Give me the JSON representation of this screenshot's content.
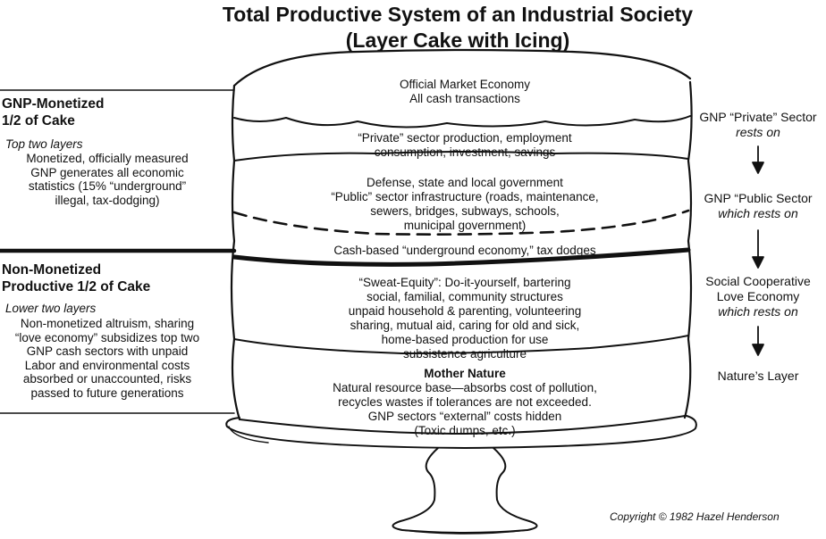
{
  "title": {
    "line1": "Total Productive System of an Industrial Society",
    "line2": "(Layer Cake with Icing)"
  },
  "cake": {
    "icing_line1": "Official Market Economy",
    "icing_line2": "All cash transactions",
    "private_line1": "“Private” sector production, employment",
    "private_line2": "consumption, investment, savings",
    "public_line1": "Defense, state and local government",
    "public_line2": "“Public” sector infrastructure (roads, maintenance,",
    "public_line3": "sewers, bridges, subways, schools,",
    "public_line4": "municipal government)",
    "underground": "Cash-based “underground economy,” tax dodges",
    "sweat_line1": "“Sweat-Equity”:  Do-it-yourself, bartering",
    "sweat_line2": "social, familial, community structures",
    "sweat_line3": "unpaid household & parenting, volunteering",
    "sweat_line4": "sharing,  mutual aid, caring for old and sick,",
    "sweat_line5": "home-based production for use",
    "sweat_line6": "subsistence agriculture",
    "nature_title": "Mother Nature",
    "nature_line1": "Natural resource base—absorbs cost of pollution,",
    "nature_line2": "recycles wastes if  tolerances are not exceeded.",
    "nature_line3": "GNP sectors “external” costs hidden",
    "nature_line4": "(Toxic dumps, etc.)"
  },
  "left_top": {
    "head1": "GNP-Monetized",
    "head2": "1/2 of Cake",
    "sub": "Top two layers",
    "body1": "Monetized, officially measured",
    "body2": "GNP generates all economic",
    "body3": "statistics (15% “underground”",
    "body4": "illegal, tax-dodging)"
  },
  "left_bottom": {
    "head1": "Non-Monetized",
    "head2": "Productive 1/2 of Cake",
    "sub": "Lower two layers",
    "body1": "Non-monetized altruism, sharing",
    "body2": "“love economy” subsidizes top two",
    "body3": "GNP cash sectors with unpaid",
    "body4": "Labor and environmental costs",
    "body5": "absorbed or unaccounted, risks",
    "body6": "passed to future generations"
  },
  "right": {
    "r1_line1": "GNP “Private” Sector",
    "r1_line2": "rests on",
    "r2_line1": "GNP “Public Sector",
    "r2_line2": "which rests on",
    "r3_line1": "Social Cooperative",
    "r3_line2": "Love Economy",
    "r3_line3": "which rests on",
    "r4_line1": "Nature’s Layer"
  },
  "copyright": "Copyright © 1982 Hazel Henderson"
}
